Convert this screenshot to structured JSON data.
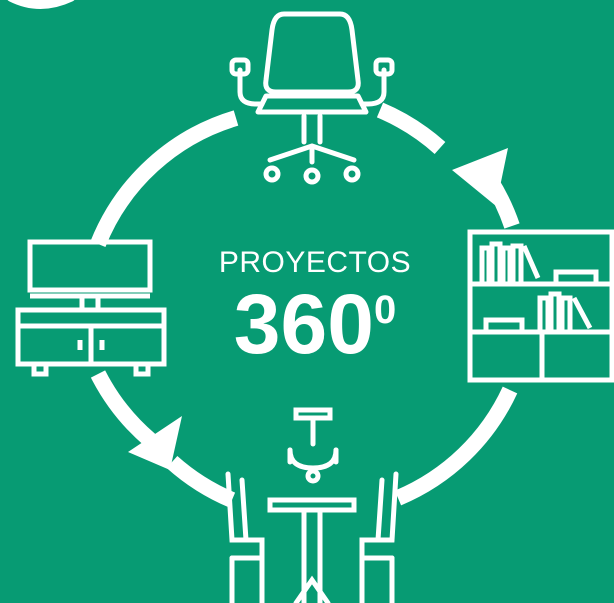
{
  "colors": {
    "background": "#079b73",
    "foreground": "#ffffff"
  },
  "title": {
    "line1": "PROYECTOS",
    "number": "360",
    "superscript": "0"
  },
  "icons": [
    "office-chair-icon",
    "bookshelf-icon",
    "dining-table-icon",
    "tv-stand-icon",
    "cycle-arrows-icon"
  ]
}
